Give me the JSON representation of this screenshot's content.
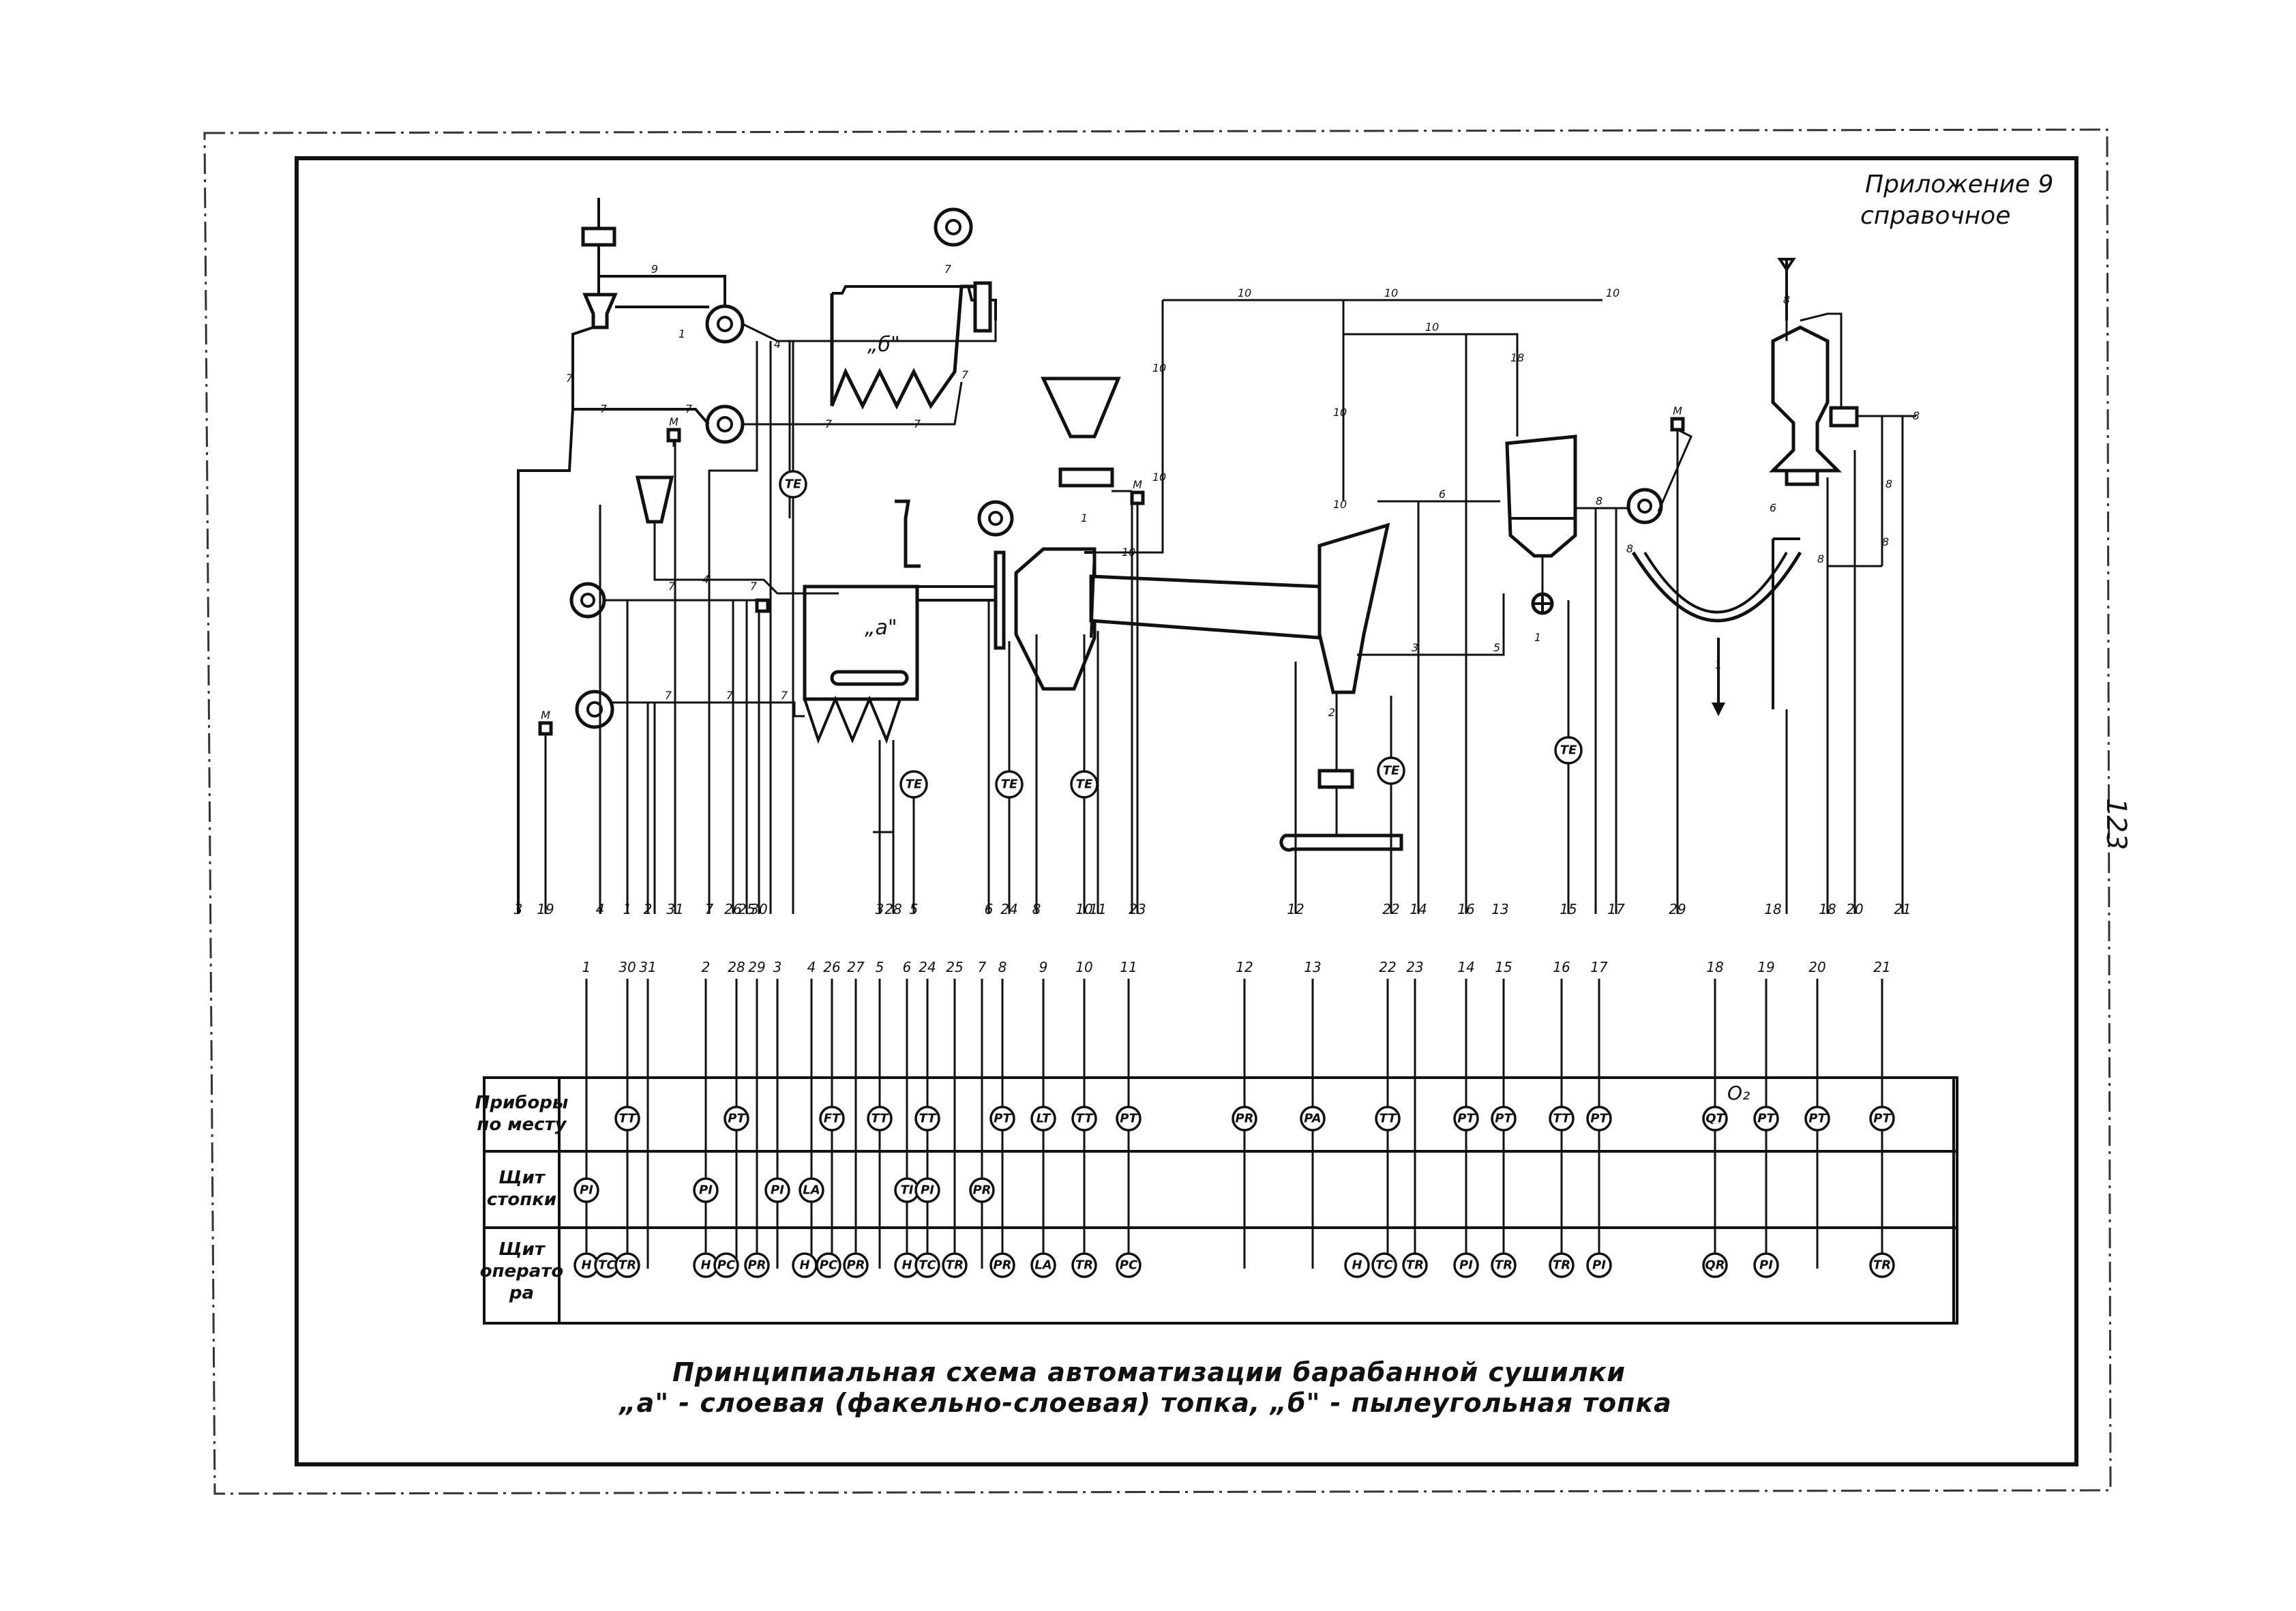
{
  "header": {
    "appendix": "Приложение 9",
    "reference": "справочное",
    "page_number": "123"
  },
  "furnace_labels": {
    "a": "„а\"",
    "b": "„б\""
  },
  "signal_labels": {
    "s1": "1",
    "s2": "2",
    "s3": "3",
    "s4": "4",
    "s5": "5",
    "s6": "6",
    "s7": "7",
    "s8": "8",
    "s9": "9",
    "s10": "10",
    "s18": "18"
  },
  "element_labels": {
    "te": "TE",
    "motor": "M",
    "o2": "O₂"
  },
  "field_line_numbers": [
    "3",
    "19",
    "4",
    "1",
    "2",
    "31",
    "7",
    "26",
    "25",
    "30",
    "3",
    "28",
    "5",
    "6",
    "24",
    "8",
    "10",
    "11",
    "23",
    "12",
    "22",
    "14",
    "16",
    "13",
    "15",
    "17",
    "29",
    "18",
    "18",
    "20",
    "21"
  ],
  "panel_column_numbers": [
    "1",
    "30",
    "31",
    "2",
    "28",
    "29",
    "3",
    "4",
    "26",
    "27",
    "5",
    "6",
    "24",
    "25",
    "7",
    "8",
    "9",
    "10",
    "11",
    "12",
    "13",
    "22",
    "23",
    "14",
    "15",
    "16",
    "17",
    "18",
    "19",
    "20",
    "21"
  ],
  "table": {
    "rows": [
      {
        "label_line1": "Приборы",
        "label_line2": "по месту"
      },
      {
        "label_line1": "Щит",
        "label_line2": "стопки"
      },
      {
        "label_line1": "Щит",
        "label_line2": "операто",
        "label_line3": "ра"
      }
    ],
    "field_instruments": [
      "TT",
      "PT",
      "FT",
      "TT",
      "TT",
      "PT",
      "LT",
      "TT",
      "PT",
      "PR",
      "PA",
      "TT",
      "PT",
      "PT",
      "TT",
      "PT",
      "QT",
      "PT",
      "PT",
      "PT"
    ],
    "stopka_instruments": [
      "PI",
      "PI",
      "PI",
      "LA",
      "TI",
      "PI",
      "PR"
    ],
    "operator_instruments": [
      "H",
      "TC",
      "TR",
      "H",
      "PC",
      "PR",
      "H",
      "PC",
      "PR",
      "H",
      "TC",
      "TR",
      "PR",
      "LA",
      "TR",
      "PC",
      "H",
      "TC",
      "TR",
      "PI",
      "TR",
      "TR",
      "PI",
      "QR",
      "PI",
      "TR"
    ]
  },
  "caption": {
    "line1": "Принципиальная схема автоматизации барабанной сушилки",
    "line2": "„а\" - слоевая (факельно-слоевая) топка, „б\" - пылеугольная топка"
  }
}
